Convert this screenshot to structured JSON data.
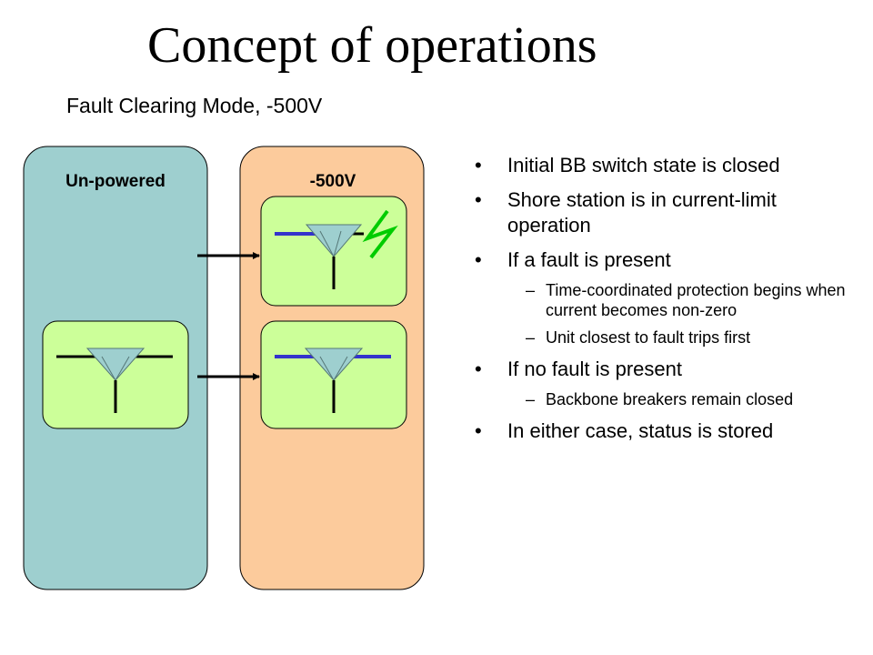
{
  "slide": {
    "title": "Concept of operations",
    "subtitle": "Fault Clearing Mode, -500V"
  },
  "diagram": {
    "left_region": {
      "label": "Un-powered",
      "color": "#9ecfcf"
    },
    "right_region": {
      "label": "-500V",
      "color": "#fccb9c"
    },
    "unit_color": "#ccff99",
    "fault_color": "#00cc00",
    "energized_bus_color": "#3333cc",
    "icons": [
      "arrow-icon",
      "switch-icon",
      "fault-lightning-icon"
    ]
  },
  "bullets": [
    {
      "level": 1,
      "marker": "•",
      "text": "Initial BB switch state is closed"
    },
    {
      "level": 1,
      "marker": "•",
      "text": "Shore station is in current-limit operation"
    },
    {
      "level": 1,
      "marker": "•",
      "text": "If a fault is present"
    },
    {
      "level": 2,
      "marker": "–",
      "text": "Time-coordinated protection begins when current becomes non-zero"
    },
    {
      "level": 2,
      "marker": "–",
      "text": "Unit closest to fault trips first"
    },
    {
      "level": 1,
      "marker": "•",
      "text": "If no fault is present"
    },
    {
      "level": 2,
      "marker": "–",
      "text": "Backbone breakers remain closed"
    },
    {
      "level": 1,
      "marker": "•",
      "text": "In either case, status is stored"
    }
  ]
}
